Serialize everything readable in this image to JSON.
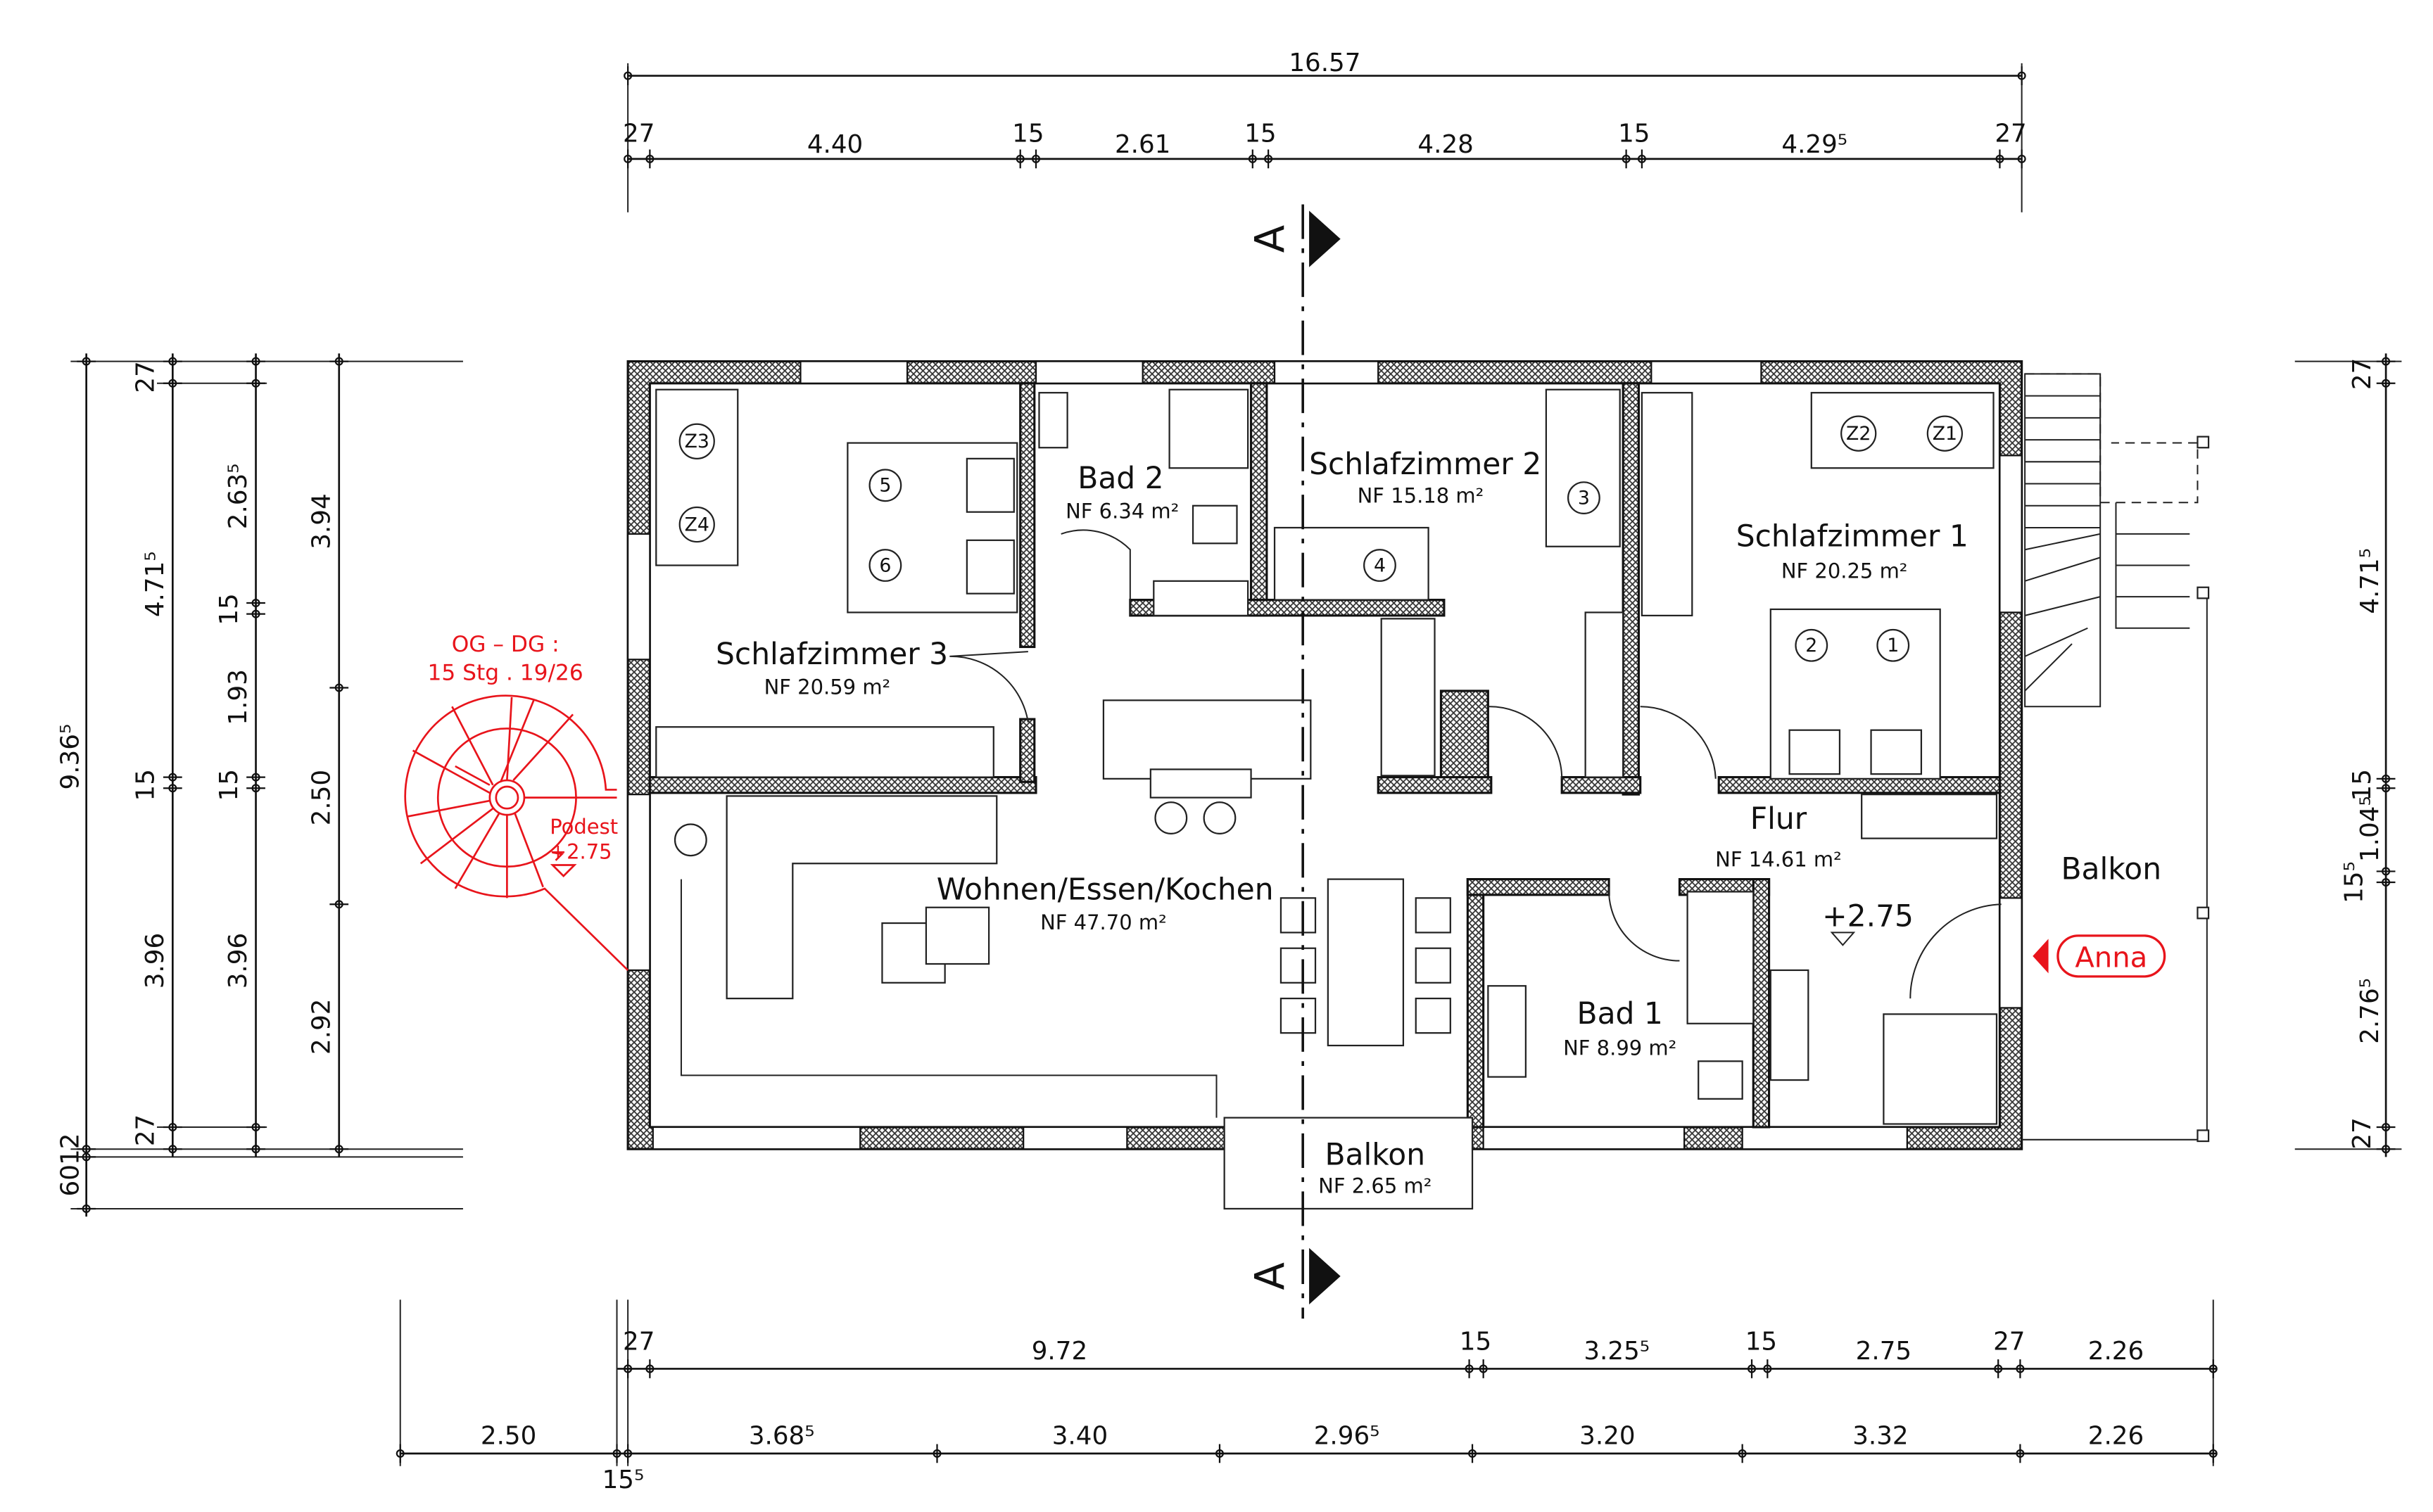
{
  "top_dimensions": {
    "overall": "16.57",
    "segments": [
      "27",
      "4.40",
      "15",
      "2.61",
      "15",
      "4.28",
      "15",
      "4.29⁵",
      "27"
    ]
  },
  "bottom_dimensions": {
    "row1": [
      "27",
      "9.72",
      "15",
      "3.25⁵",
      "15",
      "2.75",
      "27",
      "2.26"
    ],
    "row2": [
      "2.50",
      "15⁵",
      "3.68⁵",
      "3.40",
      "2.96⁵",
      "3.20",
      "3.32",
      "2.26"
    ]
  },
  "left_dimensions": {
    "col1": [
      "9.36⁵",
      "60",
      "12"
    ],
    "col2": [
      "27",
      "4.71⁵",
      "15",
      "3.96",
      "27"
    ],
    "col3": [
      "2.63⁵",
      "15",
      "1.93",
      "15",
      "3.96"
    ],
    "col4": [
      "3.94",
      "2.50",
      "2.92"
    ]
  },
  "right_dimensions": [
    "27",
    "4.71⁵",
    "15",
    "1.04⁵",
    "15⁵",
    "2.76⁵",
    "27"
  ],
  "section_marker": "A",
  "rooms": [
    {
      "name": "Schlafzimmer 3",
      "area": "NF 20.59 m²"
    },
    {
      "name": "Bad 2",
      "area": "NF 6.34 m²"
    },
    {
      "name": "Schlafzimmer 2",
      "area": "NF 15.18 m²"
    },
    {
      "name": "Schlafzimmer 1",
      "area": "NF 20.25 m²"
    },
    {
      "name": "Wohnen/Essen/Kochen",
      "area": "NF 47.70 m²"
    },
    {
      "name": "Flur",
      "area": "NF 14.61 m²"
    },
    {
      "name": "Bad 1",
      "area": "NF 8.99 m²"
    },
    {
      "name": "Balkon",
      "area": "NF 2.65 m²"
    }
  ],
  "balkon_east": "Balkon",
  "level": "+2.75",
  "spiral_stair": {
    "title": "OG – DG :",
    "spec": "15 Stg . 19/26",
    "landing": "Podest",
    "level": "+2.75"
  },
  "furniture_tags": [
    "Z3",
    "Z4",
    "5",
    "6",
    "3",
    "4",
    "Z2",
    "Z1",
    "2",
    "1"
  ],
  "entrance_tag": "Anna",
  "colors": {
    "annotation": "#e8141b",
    "ink": "#111111"
  }
}
